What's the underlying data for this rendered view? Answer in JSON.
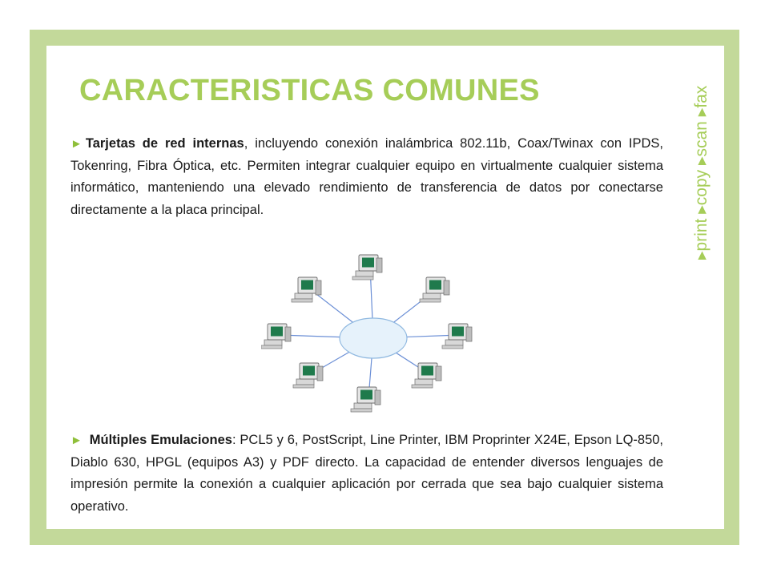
{
  "slide": {
    "title": "CARACTERISTICAS COMUNES",
    "side_text": "▸print ▸copy ▸scan ▸fax",
    "side_words": [
      "print",
      "copy",
      "scan",
      "fax"
    ],
    "arrow_glyph": "►",
    "colors": {
      "frame": "#c3d99a",
      "title": "#a6cd58",
      "side_text": "#a6cd58",
      "arrow": "#8fbf3a",
      "hub": "#e6f2fb",
      "hub_stroke": "#8fb8e0",
      "link": "#6b8fd6",
      "screen": "#1f7a4c"
    }
  },
  "para1": {
    "bold": "Tarjetas de red internas",
    "rest": ", incluyendo conexión inalámbrica 802.11b, Coax/Twinax con IPDS, Tokenring, Fibra Óptica, etc. Permiten integrar cualquier equipo en virtualmente cualquier sistema informático, manteniendo una elevado rendimiento de transferencia de datos por conectarse directamente a la placa principal."
  },
  "para2": {
    "bold": "Múltiples Emulaciones",
    "rest": ": PCL5 y 6, PostScript, Line Printer, IBM Proprinter X24E, Epson LQ-850, Diablo 630, HPGL (equipos A3)  y PDF directo. La capacidad de entender diversos lenguajes de impresión permite la conexión a cualquier aplicación por cerrada que sea bajo cualquier sistema operativo."
  },
  "diagram": {
    "type": "star-network",
    "node_count": 8,
    "node_icon": "desktop-computer-icon"
  }
}
